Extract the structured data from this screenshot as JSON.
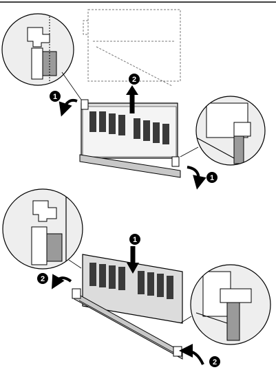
{
  "figure": {
    "panels": [
      {
        "id": "removal",
        "steps": [
          {
            "label": "1",
            "action": "open-ejector-left"
          },
          {
            "label": "2",
            "action": "lift-module-up"
          },
          {
            "label": "1",
            "action": "open-ejector-right"
          }
        ],
        "insets": [
          "left-ejector-detail",
          "right-ejector-detail"
        ]
      },
      {
        "id": "installation",
        "steps": [
          {
            "label": "1",
            "action": "press-module-down"
          },
          {
            "label": "2",
            "action": "close-ejector-left"
          },
          {
            "label": "2",
            "action": "close-ejector-right"
          }
        ],
        "insets": [
          "left-latch-detail",
          "right-latch-detail"
        ]
      }
    ]
  },
  "labels": {
    "top_step_left": "1",
    "top_step_up": "2",
    "top_step_right": "1",
    "bottom_step_down": "1",
    "bottom_step_left": "2",
    "bottom_step_right": "2"
  },
  "colors": {
    "line": "#000000",
    "module_fill": "#dcdcdc",
    "chip_fill": "#3a3a3a",
    "chip_stripe": "#8a8a8a",
    "socket_fill": "#c8c8c8",
    "inset_fill": "#eeeeee",
    "badge_fill": "#000000",
    "badge_text": "#ffffff"
  }
}
